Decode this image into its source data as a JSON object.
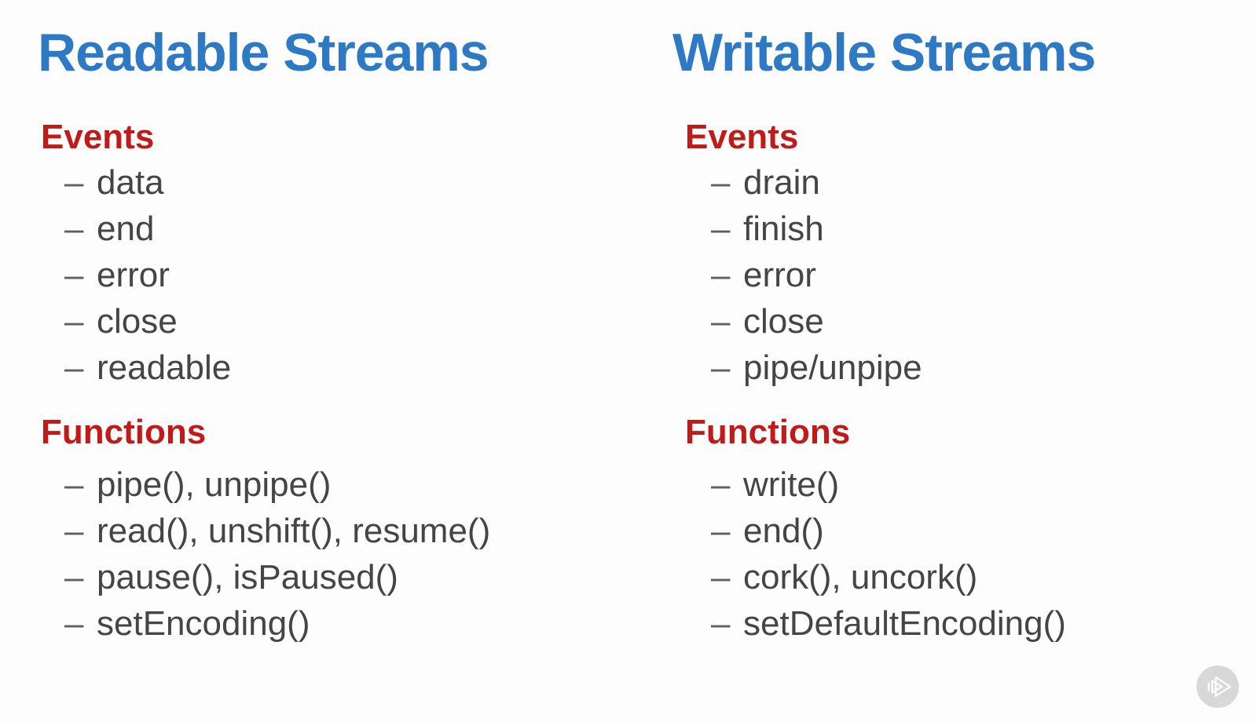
{
  "slide": {
    "background_color": "#fdfdfd",
    "bullet_char": "–",
    "colors": {
      "title_blue": "#2d79c4",
      "heading_red": "#c01b18",
      "item_gray": "#454545",
      "dash_gray": "#5f5f5f",
      "logo_circle": "#d8d8d8",
      "logo_glyph": "#ffffff"
    },
    "columns": [
      {
        "title": "Readable Streams",
        "sections": [
          {
            "heading": "Events",
            "items": [
              "data",
              "end",
              "error",
              "close",
              "readable"
            ]
          },
          {
            "heading": "Functions",
            "items": [
              "pipe(), unpipe()",
              "read(), unshift(), resume()",
              "pause(), isPaused()",
              "setEncoding()"
            ]
          }
        ]
      },
      {
        "title": "Writable Streams",
        "sections": [
          {
            "heading": "Events",
            "items": [
              "drain",
              "finish",
              "error",
              "close",
              "pipe/unpipe"
            ]
          },
          {
            "heading": "Functions",
            "items": [
              "write()",
              "end()",
              "cork(), uncork()",
              "setDefaultEncoding()"
            ]
          }
        ]
      }
    ],
    "brand_logo": {
      "name": "pluralsight-logo"
    }
  }
}
